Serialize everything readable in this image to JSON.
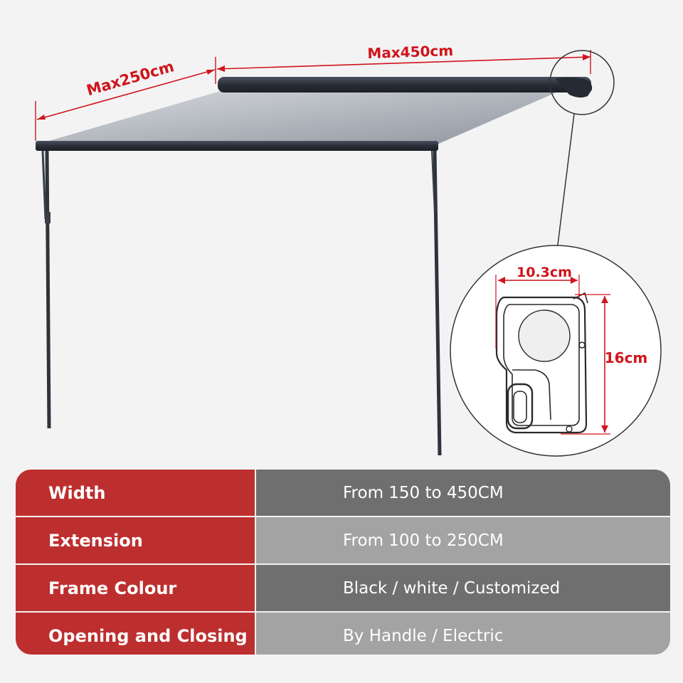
{
  "dimensions": {
    "width_label": "Max450cm",
    "extension_label": "Max250cm",
    "cassette_width_label": "10.3cm",
    "cassette_height_label": "16cm"
  },
  "colors": {
    "accent_red": "#d0141c",
    "table_label_bg": "#bd2f2e",
    "table_value_dark": "#6f6f6f",
    "table_value_light": "#a3a3a3",
    "frame": "#2b2f38"
  },
  "specs": [
    {
      "label": "Width",
      "value": "From 150 to 450CM"
    },
    {
      "label": "Extension",
      "value": "From 100 to 250CM"
    },
    {
      "label": "Frame Colour",
      "value": "Black / white / Customized"
    },
    {
      "label": "Opening and Closing",
      "value": "By Handle / Electric"
    }
  ]
}
